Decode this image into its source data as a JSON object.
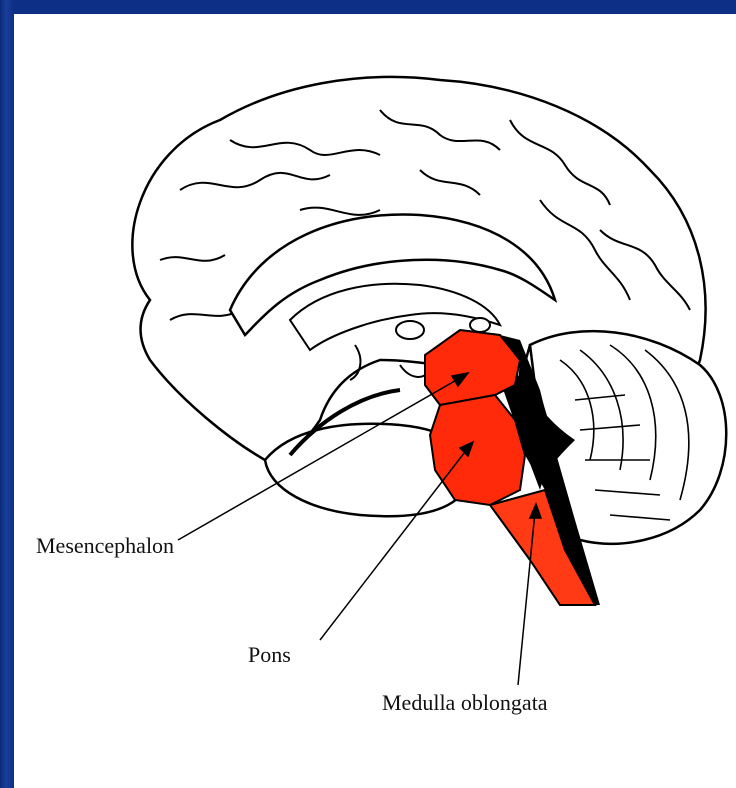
{
  "labels": {
    "mesencephalon": "Mesencephalon",
    "pons": "Pons",
    "medulla": "Medulla oblongata"
  },
  "colors": {
    "background": "#0d2f85",
    "panel": "#ffffff",
    "brainstem": "#ff2a0a",
    "outline": "#000000"
  }
}
